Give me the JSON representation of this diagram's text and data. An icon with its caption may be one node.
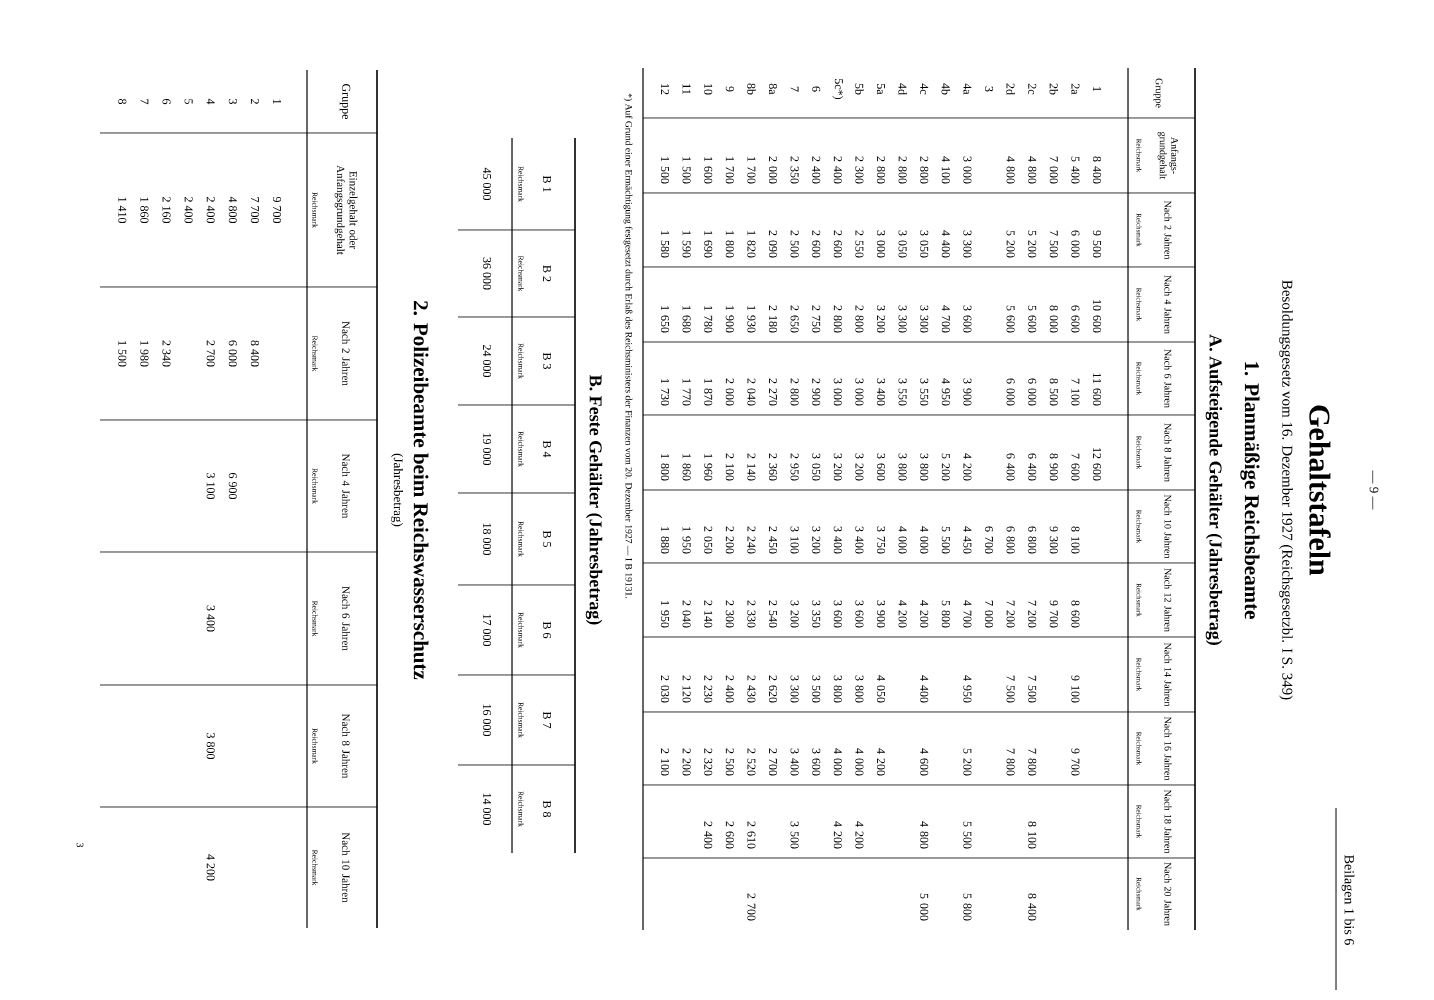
{
  "diagram": {
    "title": "Gehaltstafeln",
    "labels": [
      "— 9 —",
      "Beilagen 1 bis 6",
      "Besoldungsgesetz vom 16. Dezember 1927 (Reichsgesetzbl. I S. 349)",
      "1. Planmäßige Reichsbeamte",
      "A. Aufsteigende Gehälter (Jahresbetrag)",
      "Gruppe",
      "Anfangs- grundgehalt",
      "Nach 2 Jahren",
      "Nach 4 Jahren",
      "Nach 6 Jahren",
      "Nach 8 Jahren",
      "Nach 10 Jahren",
      "Nach 12 Jahren",
      "Nach 14 Jahren",
      "Nach 16 Jahren",
      "Nach 18 Jahren",
      "Nach 20 Jahren",
      "Reichsmark",
      "Reichsmark",
      "Reichsmark",
      "Reichsmark",
      "Reichsmark",
      "Reichsmark",
      "Reichsmark",
      "Reichsmark",
      "Reichsmark",
      "Reichsmark",
      "Reichsmark",
      "1",
      "8 400",
      "9 500",
      "10 600",
      "11 600",
      "12 600",
      "2a",
      "5 400",
      "6 000",
      "6 600",
      "7 100",
      "7 600",
      "8 100",
      "8 600",
      "9 100",
      "9 700",
      "2b",
      "7 000",
      "7 500",
      "8 000",
      "8 500",
      "8 900",
      "9 300",
      "9 700",
      "2c",
      "4 800",
      "5 200",
      "5 600",
      "6 000",
      "6 400",
      "6 800",
      "7 200",
      "7 500",
      "7 800",
      "8 100",
      "8 400",
      "2d",
      "4 800",
      "5 200",
      "5 600",
      "6 000",
      "6 400",
      "6 800",
      "7 200",
      "7 500",
      "7 800",
      "3",
      "6 700",
      "7 000",
      "4a",
      "3 000",
      "3 300",
      "3 600",
      "3 900",
      "4 200",
      "4 450",
      "4 700",
      "4 950",
      "5 200",
      "5 500",
      "5 800",
      "4b",
      "4 100",
      "4 400",
      "4 700",
      "4 950",
      "5 200",
      "5 500",
      "5 800",
      "4c",
      "2 800",
      "3 050",
      "3 300",
      "3 550",
      "3 800",
      "4 000",
      "4 200",
      "4 400",
      "4 600",
      "4 800",
      "5 000",
      "4d",
      "2 800",
      "3 050",
      "3 300",
      "3 550",
      "3 800",
      "4 000",
      "4 200",
      "5a",
      "2 800",
      "3 000",
      "3 200",
      "3 400",
      "3 600",
      "3 750",
      "3 900",
      "4 050",
      "4 200",
      "5b",
      "2 300",
      "2 550",
      "2 800",
      "3 000",
      "3 200",
      "3 400",
      "3 600",
      "3 800",
      "4 000",
      "4 200",
      "5c*)",
      "2 400",
      "2 600",
      "2 800",
      "3 000",
      "3 200",
      "3 400",
      "3 600",
      "3 800",
      "4 000",
      "4 200",
      "6",
      "2 400",
      "2 600",
      "2 750",
      "2 900",
      "3 050",
      "3 200",
      "3 350",
      "3 500",
      "3 600",
      "7",
      "2 350",
      "2 500",
      "2 650",
      "2 800",
      "2 950",
      "3 100",
      "3 200",
      "3 300",
      "3 400",
      "3 500",
      "8a",
      "2 000",
      "2 090",
      "2 180",
      "2 270",
      "2 360",
      "2 450",
      "2 540",
      "2 620",
      "2 700",
      "8b",
      "1 700",
      "1 820",
      "1 930",
      "2 040",
      "2 140",
      "2 240",
      "2 330",
      "2 430",
      "2 520",
      "2 610",
      "2 700",
      "9",
      "1 700",
      "1 800",
      "1 900",
      "2 000",
      "2 100",
      "2 200",
      "2 300",
      "2 400",
      "2 500",
      "2 600",
      "10",
      "1 600",
      "1 690",
      "1 780",
      "1 870",
      "1 960",
      "2 050",
      "2 140",
      "2 230",
      "2 320",
      "2 400",
      "11",
      "1 500",
      "1 590",
      "1 680",
      "1 770",
      "1 860",
      "1 950",
      "2 040",
      "2 120",
      "2 200",
      "12",
      "1 500",
      "1 580",
      "1 650",
      "1 730",
      "1 800",
      "1 880",
      "1 950",
      "2 030",
      "2 100",
      "*) Auf Grund einer Ermächtigung festgesetzt durch Erlaß des Reichsministers der Finanzen vom 20. Dezember 1927 — I B 19131.",
      "B. Feste Gehälter (Jahresbetrag)",
      "B 1",
      "B 2",
      "B 3",
      "B 4",
      "B 5",
      "B 6",
      "B 7",
      "B 8",
      "Reichsmark",
      "Reichsmark",
      "Reichsmark",
      "Reichsmark",
      "Reichsmark",
      "Reichsmark",
      "Reichsmark",
      "Reichsmark",
      "45 000",
      "36 000",
      "24 000",
      "19 000",
      "18 000",
      "17 000",
      "16 000",
      "14 000",
      "2. Polizeibeamte beim Reichswasserschutz",
      "(Jahresbetrag)",
      "Gruppe",
      "Einzelgehalt oder Anfangsgrundgehalt",
      "Nach 2 Jahren",
      "Nach 4 Jahren",
      "Nach 6 Jahren",
      "Nach 8 Jahren",
      "Nach 10 Jahren",
      "Reichsmark",
      "Reichsmark",
      "Reichsmark",
      "Reichsmark",
      "Reichsmark",
      "Reichsmark",
      "1",
      "9 700",
      "2",
      "7 700",
      "8 400",
      "3",
      "4 800",
      "6 000",
      "6 900",
      "4",
      "2 400",
      "2 700",
      "3 100",
      "3 400",
      "3 800",
      "4 200",
      "5",
      "2 400",
      "6",
      "2 160",
      "2 340",
      "7",
      "1 860",
      "1 980",
      "8",
      "1 410",
      "1 500",
      "3"
    ]
  }
}
